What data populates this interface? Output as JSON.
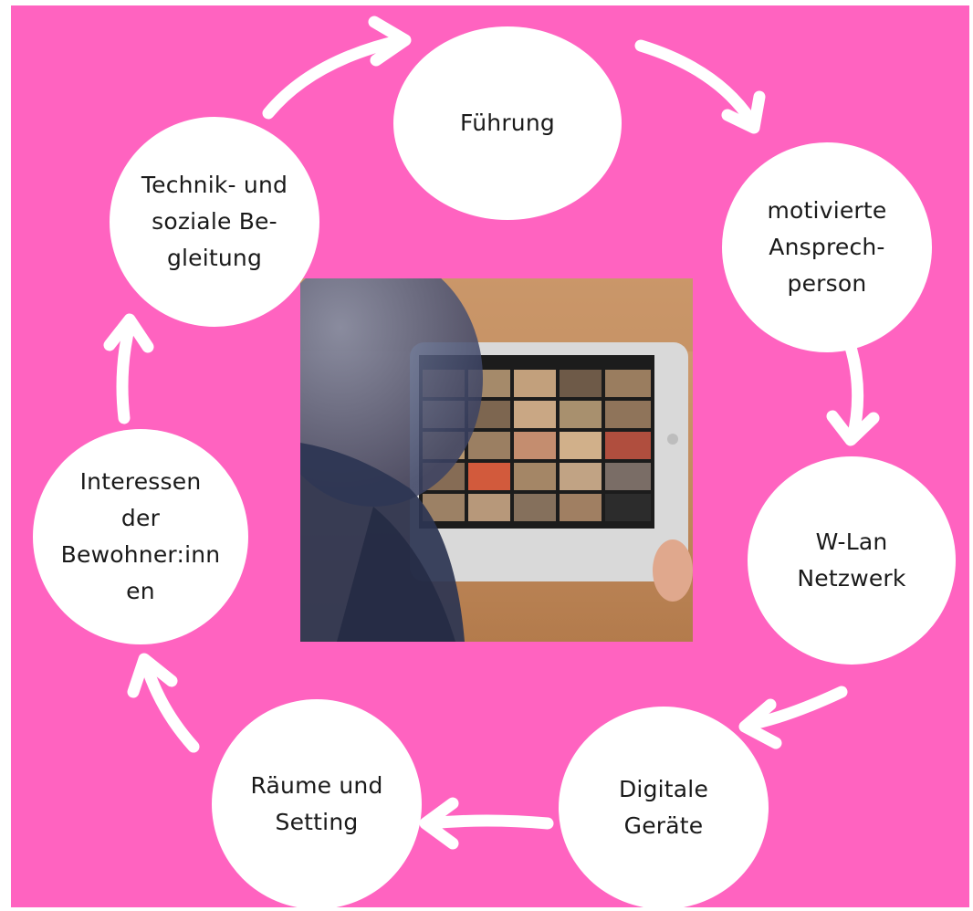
{
  "nodes": {
    "fuehrung": "Führung",
    "ansprechperson": "motivierte\nAnsprech-\nperson",
    "wlan": "W-Lan\nNetzwerk",
    "geraete": "Digitale\nGeräte",
    "raeume": "Räume und\nSetting",
    "interessen": "Interessen\nder\nBewohner:inn\nen",
    "begleitung": "Technik- und\nsoziale Be-\ngleitung"
  },
  "colors": {
    "background": "#ff63c0",
    "node_fill": "#ffffff",
    "arrow": "#ffffff",
    "text": "#1a1a1a"
  },
  "photo": {
    "subject": "tablet-video-call",
    "icons": [
      "tablet-icon",
      "video-call-grid-icon"
    ]
  }
}
